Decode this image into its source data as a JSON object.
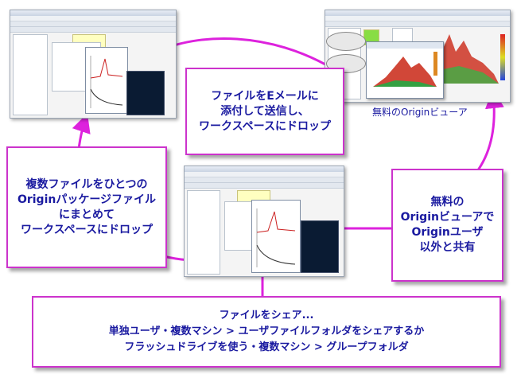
{
  "callouts": {
    "email": [
      "ファイルをEメールに",
      "添付して送信し、",
      "ワークスペースにドロップ"
    ],
    "package": [
      "複数ファイルをひとつの",
      "Originパッケージファイル",
      "にまとめて",
      "ワークスペースにドロップ"
    ],
    "viewer": [
      "無料の",
      "Originビューアで",
      "Originユーザ",
      "以外と共有"
    ],
    "share": [
      "ファイルをシェア...",
      "単独ユーザ・複数マシン > ユーザファイルフォルダをシェアするか",
      "フラッシュドライブを使う・複数マシン > グループフォルダ"
    ]
  },
  "viewer_caption": "無料のOriginビューア",
  "colors": {
    "callout_border": "#cc33cc",
    "callout_text": "#1a1aa0",
    "arrow": "#dd22dd"
  }
}
